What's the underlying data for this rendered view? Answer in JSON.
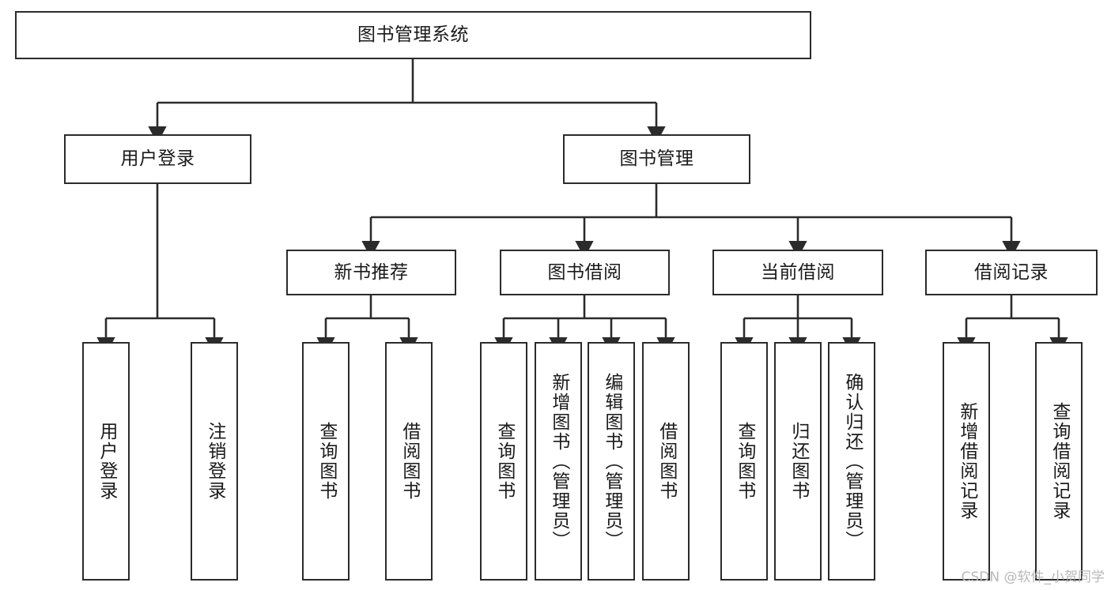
{
  "diagram": {
    "title": "图书管理系统",
    "watermark": "CSDN @软件_小贺同学",
    "colors": {
      "stroke": "#2b2b2b",
      "fill": "#ffffff",
      "text": "#1a1a1a",
      "watermark": "#b8b8b8"
    },
    "root": {
      "id": "root",
      "label": "图书管理系统"
    },
    "level2": [
      {
        "id": "user-login",
        "label": "用户登录"
      },
      {
        "id": "book-manage",
        "label": "图书管理"
      }
    ],
    "level3": [
      {
        "id": "new-book-rec",
        "label": "新书推荐"
      },
      {
        "id": "book-borrow",
        "label": "图书借阅"
      },
      {
        "id": "current-borrow",
        "label": "当前借阅"
      },
      {
        "id": "borrow-record",
        "label": "借阅记录"
      }
    ],
    "leaves": [
      {
        "id": "leaf-user-login",
        "label": "用户登录",
        "parent": "user-login"
      },
      {
        "id": "leaf-user-logout",
        "label": "注销登录",
        "parent": "user-login"
      },
      {
        "id": "leaf-query-book-1",
        "label": "查询图书",
        "parent": "new-book-rec"
      },
      {
        "id": "leaf-borrow-book-1",
        "label": "借阅图书",
        "parent": "new-book-rec"
      },
      {
        "id": "leaf-query-book-2",
        "label": "查询图书",
        "parent": "book-borrow"
      },
      {
        "id": "leaf-add-book",
        "label": "新增图书（管理员）",
        "parent": "book-borrow"
      },
      {
        "id": "leaf-edit-book",
        "label": "编辑图书（管理员）",
        "parent": "book-borrow"
      },
      {
        "id": "leaf-borrow-book-2",
        "label": "借阅图书",
        "parent": "book-borrow"
      },
      {
        "id": "leaf-query-book-3",
        "label": "查询图书",
        "parent": "current-borrow"
      },
      {
        "id": "leaf-return-book",
        "label": "归还图书",
        "parent": "current-borrow"
      },
      {
        "id": "leaf-confirm-return",
        "label": "确认归还（管理员）",
        "parent": "current-borrow"
      },
      {
        "id": "leaf-add-record",
        "label": "新增借阅记录",
        "parent": "borrow-record"
      },
      {
        "id": "leaf-query-record",
        "label": "查询借阅记录",
        "parent": "borrow-record"
      }
    ]
  }
}
